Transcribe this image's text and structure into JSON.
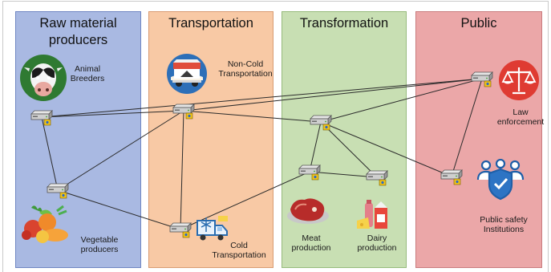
{
  "lanes": [
    {
      "id": "raw",
      "title": "Raw material producers",
      "color": "#a9b9e2"
    },
    {
      "id": "transport",
      "title": "Transportation",
      "color": "#f8c9a5"
    },
    {
      "id": "transform",
      "title": "Transformation",
      "color": "#c8dfb3"
    },
    {
      "id": "public",
      "title": "Public",
      "color": "#eba7a8"
    }
  ],
  "labels": {
    "animal_breeders": "Animal Breeders",
    "vegetable_producers": "Vegetable producers",
    "non_cold_transport": "Non-Cold Transportation",
    "cold_transport": "Cold Transportation",
    "meat_production": "Meat production",
    "dairy_production": "Dairy production",
    "law_enforcement": "Law enforcement",
    "public_safety": "Public safety Institutions"
  },
  "icons": {
    "animal_breeders": "cow-icon",
    "vegetable_producers": "vegetables-icon",
    "non_cold_transport": "food-truck-icon",
    "cold_transport": "cold-truck-icon",
    "meat_production": "meat-icon",
    "dairy_production": "dairy-icon",
    "law_enforcement": "scales-icon",
    "public_safety": "people-shield-icon",
    "node": "server-node-icon"
  },
  "nodes": [
    "n1",
    "n2",
    "n3",
    "n4",
    "n5",
    "n6",
    "n7",
    "n8",
    "n9"
  ],
  "links": [
    [
      "n1",
      "n3"
    ],
    [
      "n1",
      "n2"
    ],
    [
      "n1",
      "n8"
    ],
    [
      "n2",
      "n3"
    ],
    [
      "n2",
      "n4"
    ],
    [
      "n3",
      "n4"
    ],
    [
      "n3",
      "n5"
    ],
    [
      "n3",
      "n8"
    ],
    [
      "n4",
      "n6"
    ],
    [
      "n5",
      "n6"
    ],
    [
      "n5",
      "n7"
    ],
    [
      "n5",
      "n9"
    ],
    [
      "n5",
      "n8"
    ],
    [
      "n6",
      "n7"
    ],
    [
      "n8",
      "n9"
    ]
  ]
}
